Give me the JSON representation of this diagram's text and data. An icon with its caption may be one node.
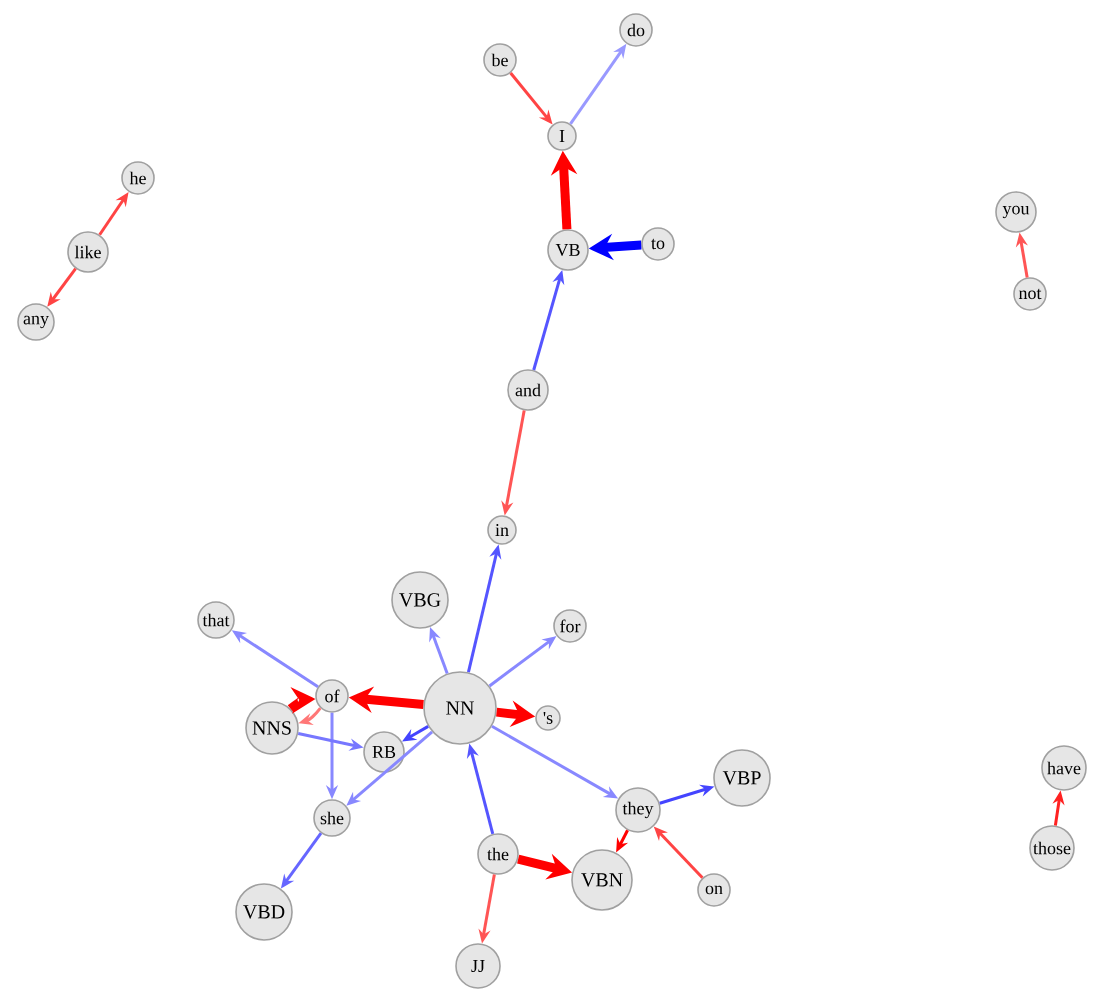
{
  "diagram": {
    "nodes": [
      {
        "text": [
          "he"
        ]
      },
      {
        "text": [
          "like"
        ]
      },
      {
        "text": [
          "any"
        ]
      },
      {
        "text": [
          "do"
        ]
      },
      {
        "text": [
          "be"
        ]
      },
      {
        "text": [
          "I"
        ]
      },
      {
        "text": [
          "VB"
        ]
      },
      {
        "text": [
          "to"
        ]
      },
      {
        "text": [
          "and"
        ]
      },
      {
        "text": [
          "in"
        ]
      },
      {
        "text": [
          "you"
        ]
      },
      {
        "text": [
          "not"
        ]
      },
      {
        "text": [
          "that"
        ]
      },
      {
        "text": [
          "VBG"
        ]
      },
      {
        "text": [
          "for"
        ]
      },
      {
        "text": [
          "of"
        ]
      },
      {
        "text": [
          "NNS"
        ]
      },
      {
        "text": [
          "NN"
        ]
      },
      {
        "text": [
          "'s"
        ]
      },
      {
        "text": [
          "RB"
        ]
      },
      {
        "text": [
          "she"
        ]
      },
      {
        "text": [
          "they"
        ]
      },
      {
        "text": [
          "VBP"
        ]
      },
      {
        "text": [
          "VBD"
        ]
      },
      {
        "text": [
          "the"
        ]
      },
      {
        "text": [
          "VBN"
        ]
      },
      {
        "text": [
          "on"
        ]
      },
      {
        "text": [
          "JJ"
        ]
      },
      {
        "text": [
          "have"
        ]
      },
      {
        "text": [
          "those"
        ]
      }
    ],
    "edges": [
      {
        "from": 1,
        "to": 0,
        "arrow": "to",
        "color": "#ff4444"
      },
      {
        "from": 1,
        "to": 2,
        "arrow": "to",
        "color": "#ff4444"
      },
      {
        "from": 5,
        "to": 3,
        "arrow": "to",
        "color": "#9999ff"
      },
      {
        "from": 4,
        "to": 5,
        "arrow": "to",
        "color": "#ff4444"
      },
      {
        "from": 6,
        "to": 5,
        "arrow": "to",
        "style": "thick",
        "color": "#ff0000"
      },
      {
        "from": 7,
        "to": 6,
        "arrow": "to",
        "style": "thick",
        "color": "#0000ff"
      },
      {
        "from": 8,
        "to": 6,
        "arrow": "to",
        "color": "#5555ff"
      },
      {
        "from": 8,
        "to": 9,
        "arrow": "to",
        "color": "#ff5555"
      },
      {
        "from": 11,
        "to": 10,
        "arrow": "to",
        "color": "#ff5555"
      },
      {
        "from": 17,
        "to": 9,
        "arrow": "to",
        "color": "#5555ff"
      },
      {
        "from": 17,
        "to": 13,
        "arrow": "to",
        "color": "#8888ff"
      },
      {
        "from": 17,
        "to": 14,
        "arrow": "to",
        "color": "#8888ff"
      },
      {
        "from": 17,
        "to": 15,
        "arrow": "to",
        "style": "thick",
        "color": "#ff0000"
      },
      {
        "from": 17,
        "to": 18,
        "arrow": "to",
        "style": "thick",
        "color": "#ff0000"
      },
      {
        "from": 17,
        "to": 19,
        "arrow": "to",
        "color": "#4444ff"
      },
      {
        "from": 17,
        "to": 20,
        "arrow": "to",
        "color": "#8888ff"
      },
      {
        "from": 17,
        "to": 21,
        "arrow": "to",
        "color": "#8888ff"
      },
      {
        "from": 24,
        "to": 17,
        "arrow": "to",
        "color": "#5555ff"
      },
      {
        "from": 15,
        "to": 12,
        "arrow": "to",
        "color": "#8888ff"
      },
      {
        "from": 15,
        "to": 20,
        "arrow": "to",
        "color": "#8888ff"
      },
      {
        "from": 16,
        "to": 15,
        "arrow": "to",
        "style": "thick",
        "color": "#ff0000"
      },
      {
        "from": 15,
        "to": 16,
        "arrow": "to",
        "color": "#ff7777"
      },
      {
        "from": 16,
        "to": 19,
        "arrow": "to",
        "color": "#7777ff"
      },
      {
        "from": 20,
        "to": 23,
        "arrow": "to",
        "color": "#6666ff"
      },
      {
        "from": 21,
        "to": 22,
        "arrow": "to",
        "color": "#4444ff"
      },
      {
        "from": 21,
        "to": 25,
        "arrow": "to",
        "color": "#ff0000"
      },
      {
        "from": 26,
        "to": 21,
        "arrow": "to",
        "color": "#ff4444"
      },
      {
        "from": 24,
        "to": 25,
        "arrow": "to",
        "style": "thick",
        "color": "#ff0000"
      },
      {
        "from": 24,
        "to": 27,
        "arrow": "to",
        "color": "#ff5555"
      },
      {
        "from": 29,
        "to": 28,
        "arrow": "to",
        "color": "#ff2222"
      }
    ]
  }
}
